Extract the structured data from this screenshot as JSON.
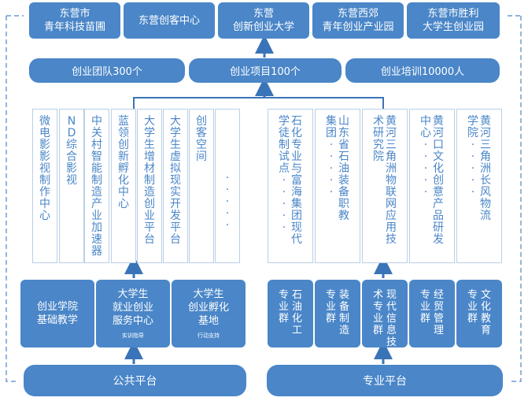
{
  "top_nodes": [
    {
      "label": "东营市\n青年科技苗圃"
    },
    {
      "label": "东营创客中心"
    },
    {
      "label": "东营\n创新创业大学"
    },
    {
      "label": "东营西郊\n青年创业产业园"
    },
    {
      "label": "东营市胜利\n大学生创业园"
    }
  ],
  "stats": [
    {
      "label": "创业团队300个"
    },
    {
      "label": "创业项目100个"
    },
    {
      "label": "创业培训10000人"
    }
  ],
  "left_columns": [
    {
      "text": "微电影影视制作中心"
    },
    {
      "text": "ND综合影视"
    },
    {
      "text": "中关村智能制造产业加速器"
    },
    {
      "text": "蓝领创新孵化中心"
    },
    {
      "text": "大学生增材制造创业平台"
    },
    {
      "text": "大学生虚拟现实开发平台"
    },
    {
      "text": "创客空间"
    },
    {
      "text": "· · · · ·"
    }
  ],
  "right_columns": [
    {
      "text": "石化专业与富海集团现代学徒制试点· · · · ·"
    },
    {
      "text": "山东省石油装备职教集团· · · · ·"
    },
    {
      "text": "黄河三角洲物联网应用技术研究院"
    },
    {
      "text": "黄河口文化创意产品研发中心· · · · ·"
    },
    {
      "text": "黄河三角洲长风物流学院· · · · ·"
    }
  ],
  "public_units": [
    {
      "label": "创业学院\n基础教学",
      "sub": ""
    },
    {
      "label": "大学生\n就业创业\n服务中心",
      "sub": "实训指导"
    },
    {
      "label": "大学生\n创业孵化\n基地",
      "sub": "行动支持"
    }
  ],
  "professional_groups": [
    {
      "text": "石油化工专业群"
    },
    {
      "text": "装备制造专业群"
    },
    {
      "text": "现代信息技术专业群"
    },
    {
      "text": "经贸管理专业群"
    },
    {
      "text": "文化教育专业群"
    }
  ],
  "platforms": {
    "public": "公共平台",
    "professional": "专业平台"
  },
  "colors": {
    "primary": "#4a86c8",
    "border": "#b9cfe7",
    "connector": "#3a74b8"
  }
}
